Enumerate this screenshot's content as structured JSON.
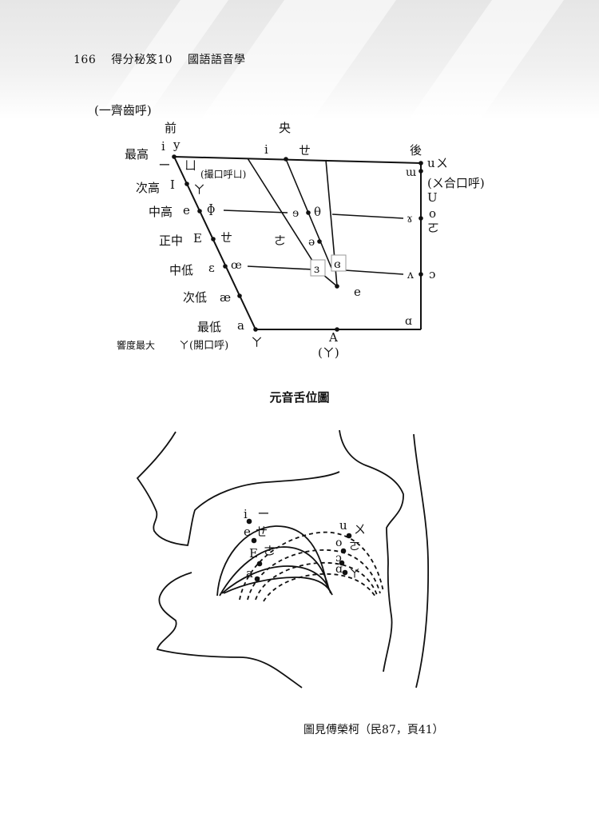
{
  "header": {
    "page_number": "166",
    "book": "得分秘笈10",
    "subject": "國語語音學"
  },
  "vowel_chart": {
    "title": "元音舌位圖",
    "annotation_top_left": "(一齊齒呼)",
    "columns": {
      "front": "前",
      "central": "央",
      "back": "後"
    },
    "heights": [
      "最高",
      "次高",
      "中高",
      "正中",
      "中低",
      "次低",
      "最低"
    ],
    "sonority_label": "響度最大",
    "front_vowels": {
      "i": "i",
      "y": "y",
      "yi": "ㄧ",
      "yu": "ㄩ",
      "yu_note": "(撮口呼ㄩ)",
      "I": "I",
      "ia": "ㄚ",
      "e": "e",
      "phi": "ɸ",
      "E": "E",
      "ie": "ㄝ",
      "eps": "ɛ",
      "oe": "œ",
      "ae": "æ",
      "a": "a",
      "a_bopomofo": "ㄚ(開口呼)"
    },
    "central_vowels": {
      "i": "i",
      "ie": "ㄝ",
      "schwa_r": "ɘ",
      "theta": "θ",
      "zh": "ㄜ",
      "schwa": "ə",
      "rev_eps": "ɜ",
      "closed_rev_eps": "ɞ",
      "e": "e",
      "bottom_ia": "ㄚ",
      "A": "A",
      "A_note": "(ㄚ)"
    },
    "back_vowels": {
      "u": "u",
      "wu": "ㄨ",
      "wu_note": "(ㄨ合口呼)",
      "turned_m": "ɯ",
      "U": "U",
      "o": "o",
      "ram": "ɤ",
      "uo": "ㄛ",
      "wedge": "ʌ",
      "open_o": "ɔ",
      "script_a": "ɑ"
    }
  },
  "tongue_diagram": {
    "labels": {
      "i": "i",
      "yi": "ㄧ",
      "e": "e",
      "ie": "ㄝ",
      "E": "E",
      "zh": "ㄜ",
      "a": "a",
      "u": "u",
      "wu": "ㄨ",
      "o": "o",
      "uo": "ㄛ",
      "open_o": "ɔ",
      "script_a": "ɑ",
      "ya": "ㄚ"
    }
  },
  "caption": "圖見傅榮柯（民87，頁41）"
}
